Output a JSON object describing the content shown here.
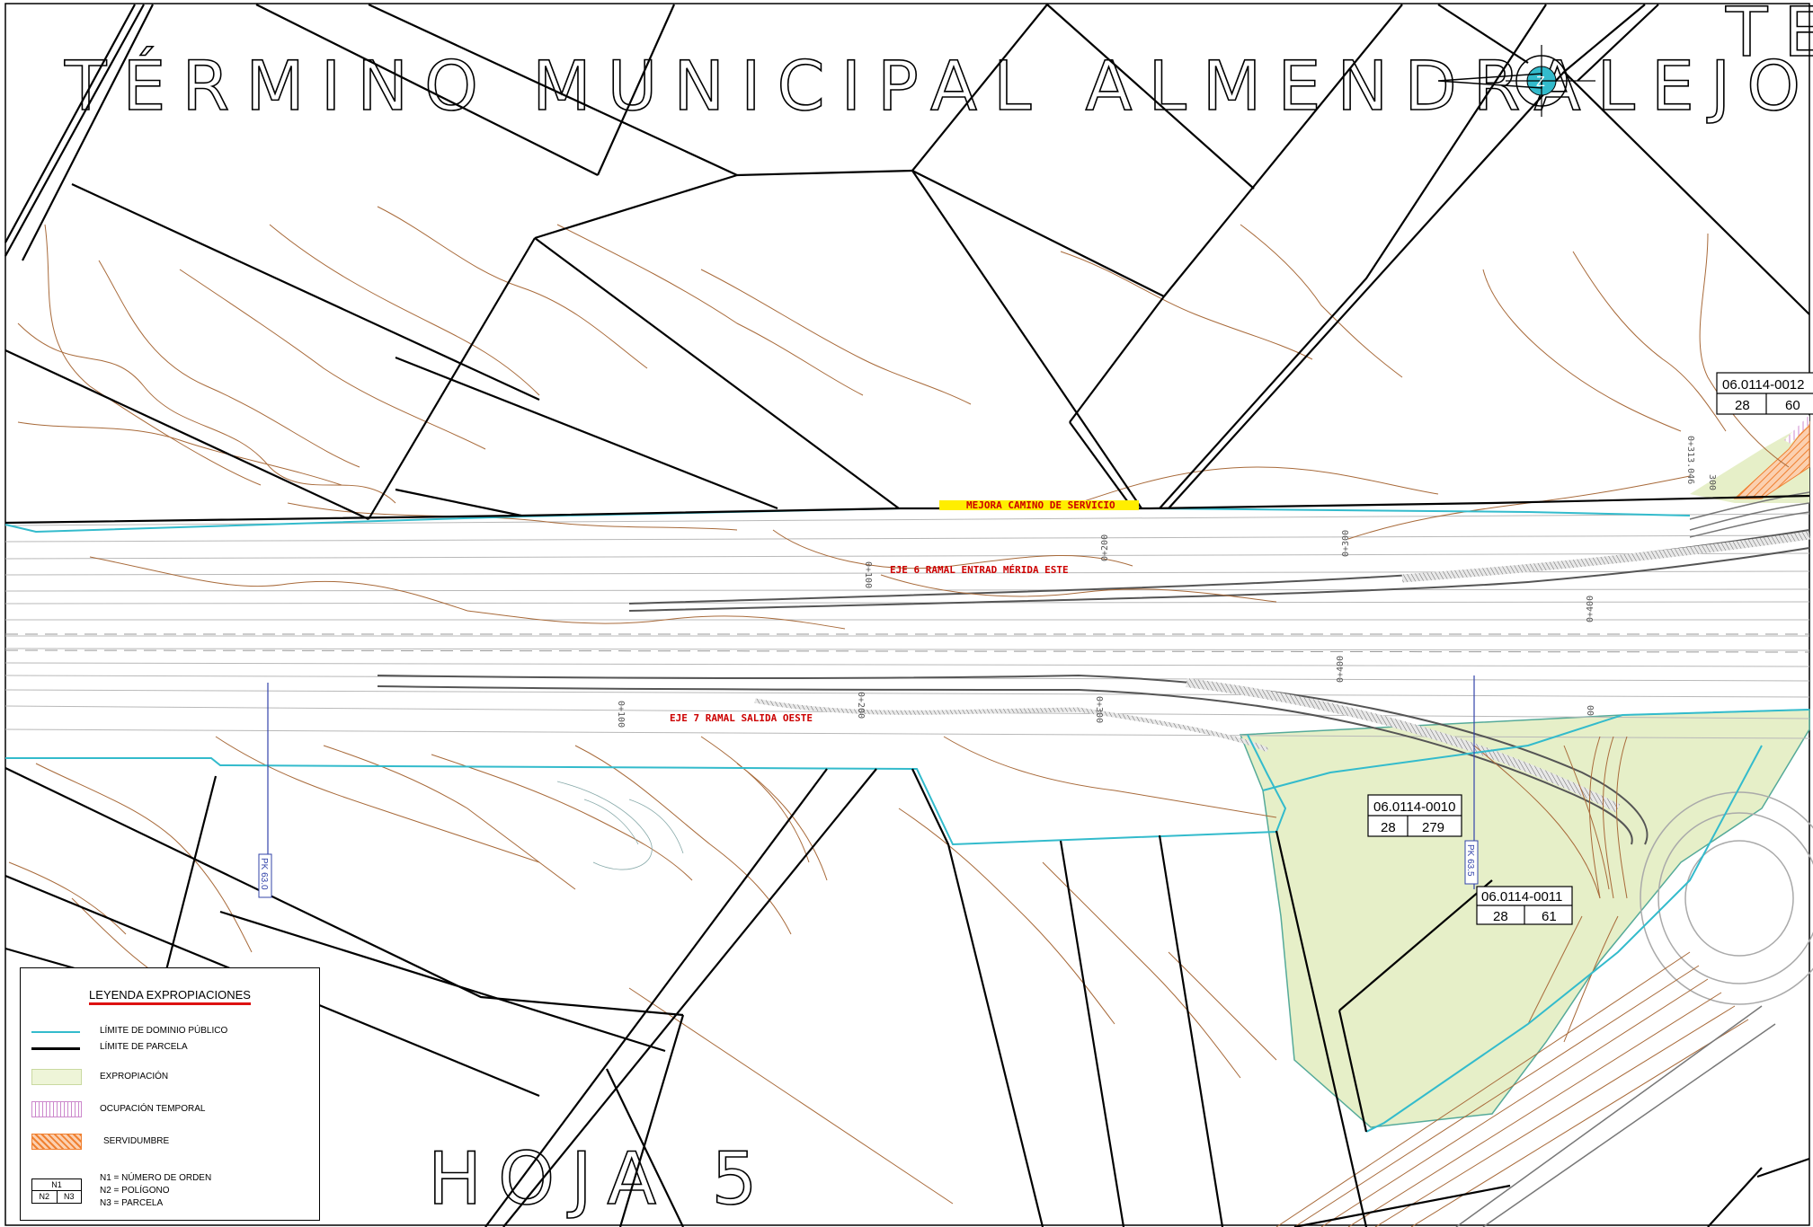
{
  "map": {
    "title": "TÉRMINO MUNICIPAL ALMENDRALEJO",
    "title_cut": "TE",
    "sheet": "HOJA 5",
    "north_marker": "Z"
  },
  "axes": {
    "eje6": "EJE 6 RAMAL ENTRAD MÉRIDA ESTE",
    "eje7": "EJE 7 RAMAL SALIDA OESTE",
    "camino": "MEJORA CAMINO DE SERVICIO"
  },
  "chainages": [
    "0+100",
    "0+200",
    "0+300",
    "0+400",
    "0+100",
    "0+200",
    "0+300",
    "0+400",
    "0+313.046",
    "300",
    "00"
  ],
  "pk_labels": [
    "PK 63.0",
    "PK 63.5"
  ],
  "parcels": [
    {
      "id": "06.0114-0012",
      "poligono": "28",
      "parcela": "60"
    },
    {
      "id": "06.0114-0010",
      "poligono": "28",
      "parcela": "279"
    },
    {
      "id": "06.0114-0011",
      "poligono": "28",
      "parcela": "61"
    }
  ],
  "legend": {
    "title": "LEYENDA EXPROPIACIONES",
    "items": [
      {
        "label": "LÍMITE DE DOMINIO PÚBLICO",
        "color": "#33bbcc"
      },
      {
        "label": "LÍMITE DE PARCELA",
        "color": "#000000"
      },
      {
        "label": "EXPROPIACIÓN",
        "color": "#eef5d8"
      },
      {
        "label": "OCUPACIÓN TEMPORAL",
        "color": "#cc88cc"
      },
      {
        "label": "SERVIDUMBRE",
        "color": "#f08030"
      }
    ],
    "key": {
      "n1": "N1",
      "n2": "N2",
      "n3": "N3",
      "n1_text": "N1 = NÚMERO DE ORDEN",
      "n2_text": "N2 = POLÍGONO",
      "n3_text": "N3 = PARCELA"
    }
  },
  "colors": {
    "public_domain": "#33bbcc",
    "contour": "#a86a3a",
    "expropiation": "#e6efc8",
    "servidumbre": "#f08030",
    "axis_label": "#cc0000",
    "axis_highlight": "#ffee00"
  }
}
